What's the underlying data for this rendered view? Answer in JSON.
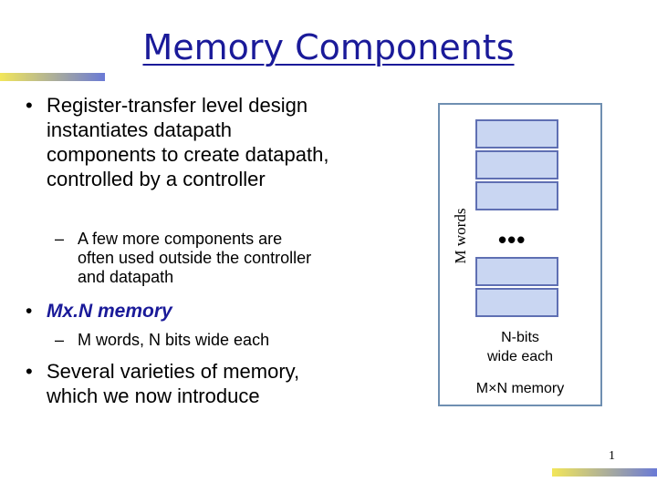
{
  "slide": {
    "title": "Memory Components",
    "page_number": "1"
  },
  "bullets": [
    {
      "text": "Register-transfer level design instantiates datapath components to create datapath, controlled by a controller"
    },
    {
      "text": "A few more components are often used outside the controller and datapath"
    },
    {
      "text": "Mx.N memory"
    },
    {
      "text": "M words, N bits wide each"
    },
    {
      "text": "Several varieties of memory, which we now introduce"
    }
  ],
  "diagram": {
    "m_words_label": "M words",
    "ellipsis": "•••",
    "n_bits_line1": "N-bits",
    "n_bits_line2": "wide each",
    "mxn_label": "M×N memory",
    "cell_fill_color": "#c9d6f2",
    "cell_border_color": "#5f6fb3",
    "box_border_color": "#6f8fb1"
  },
  "colors": {
    "title": "#1a1a99",
    "accent_start": "#f2e65a",
    "accent_end": "#6a7ad6"
  }
}
